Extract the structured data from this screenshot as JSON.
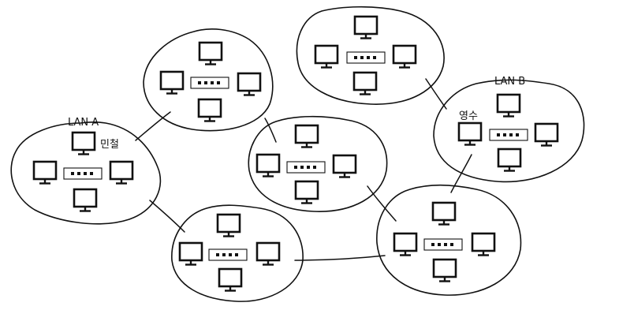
{
  "labels": {
    "lan_a": "LAN A",
    "lan_b": "LAN B",
    "host_a": "민철",
    "host_b": "영수"
  },
  "networks": [
    {
      "id": "lan-a",
      "hosts": 4,
      "label": "LAN A"
    },
    {
      "id": "net-top-left",
      "hosts": 4
    },
    {
      "id": "net-top-right",
      "hosts": 4
    },
    {
      "id": "net-center",
      "hosts": 4
    },
    {
      "id": "net-bottom-left",
      "hosts": 4
    },
    {
      "id": "net-bottom-right",
      "hosts": 4
    },
    {
      "id": "lan-b",
      "hosts": 4,
      "label": "LAN B"
    }
  ],
  "links": [
    [
      "lan-a",
      "net-top-left"
    ],
    [
      "lan-a",
      "net-bottom-left"
    ],
    [
      "net-top-left",
      "net-center"
    ],
    [
      "net-top-right",
      "lan-b"
    ],
    [
      "net-center",
      "net-bottom-right"
    ],
    [
      "net-bottom-left",
      "net-bottom-right"
    ],
    [
      "net-bottom-right",
      "lan-b"
    ]
  ],
  "colors": {
    "ink": "#111111",
    "background": "#ffffff"
  }
}
